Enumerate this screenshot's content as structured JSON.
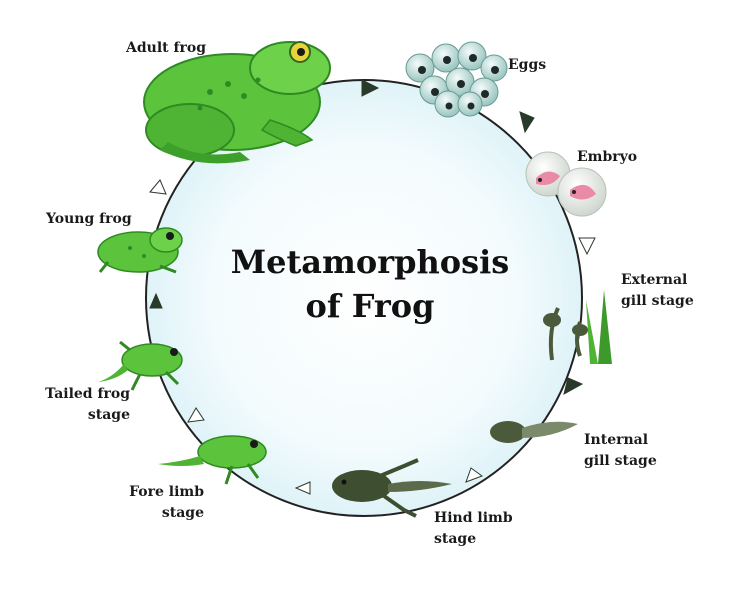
{
  "title": "Metamorphosis\nof Frog",
  "stages": {
    "adult_frog": "Adult frog",
    "eggs": "Eggs",
    "embryo": "Embryo",
    "external_gill": "External\ngill stage",
    "internal_gill": "Internal\ngill stage",
    "hind_limb": "Hind limb\nstage",
    "fore_limb": "Fore limb\nstage",
    "tailed_frog": "Tailed frog\nstage",
    "young_frog": "Young frog"
  },
  "colors": {
    "frog_green": "#5cc43c",
    "frog_dark": "#2f8a22",
    "tadpole": "#4a5a3a",
    "circle_fill": "#eaf8fb",
    "cycle_line": "#222222"
  }
}
